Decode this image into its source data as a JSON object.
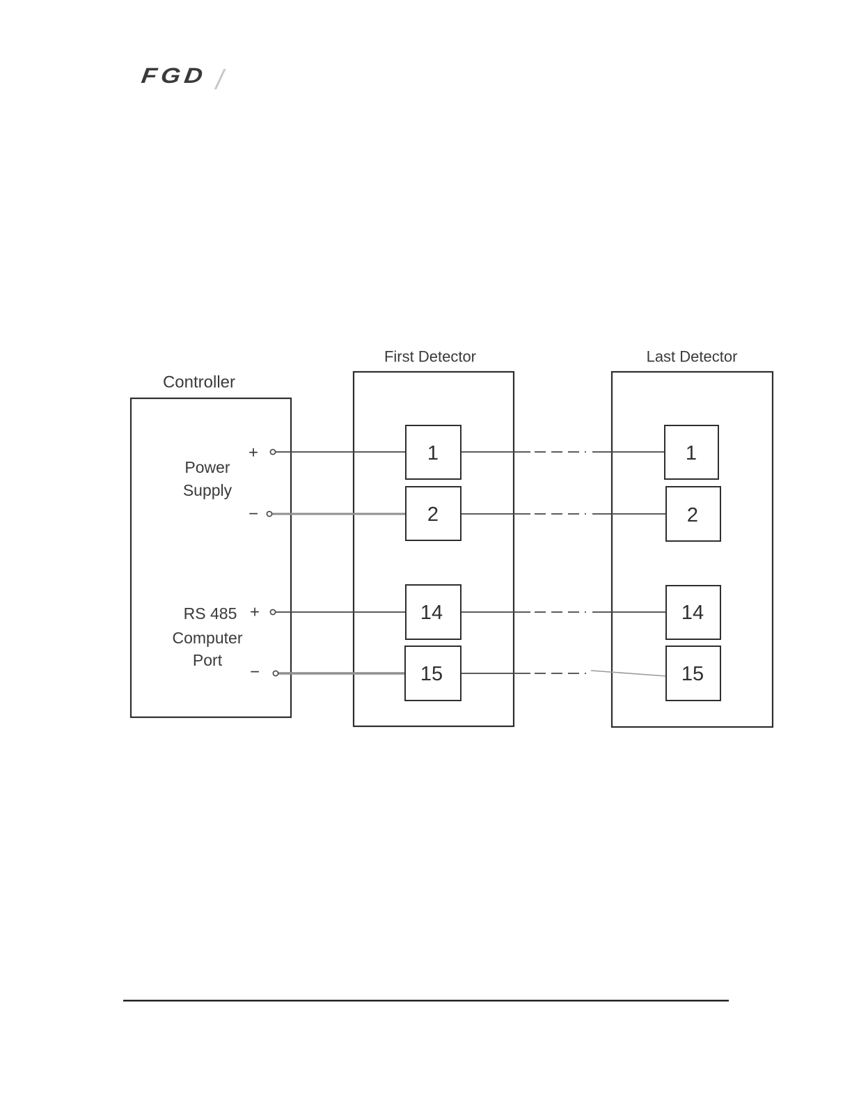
{
  "header": {
    "logo": "FGD",
    "logo_slash": "/"
  },
  "diagram": {
    "controller": {
      "title": "Controller",
      "power_supply": {
        "line1": "Power",
        "line2": "Supply",
        "plus_sign": "+",
        "minus_sign": "−"
      },
      "rs485_port": {
        "line1": "RS 485",
        "line2": "Computer",
        "line3": "Port",
        "plus_sign": "+",
        "minus_sign": "−"
      }
    },
    "first_detector": {
      "title": "First Detector",
      "terminals": [
        "1",
        "2",
        "14",
        "15"
      ]
    },
    "last_detector": {
      "title": "Last Detector",
      "terminals": [
        "1",
        "2",
        "14",
        "15"
      ]
    }
  },
  "colors": {
    "logo_navy": "#1d2b50",
    "line_dark": "#454545",
    "wire_gray": "#8f8f8f",
    "text_gray": "#3a3a3a"
  }
}
